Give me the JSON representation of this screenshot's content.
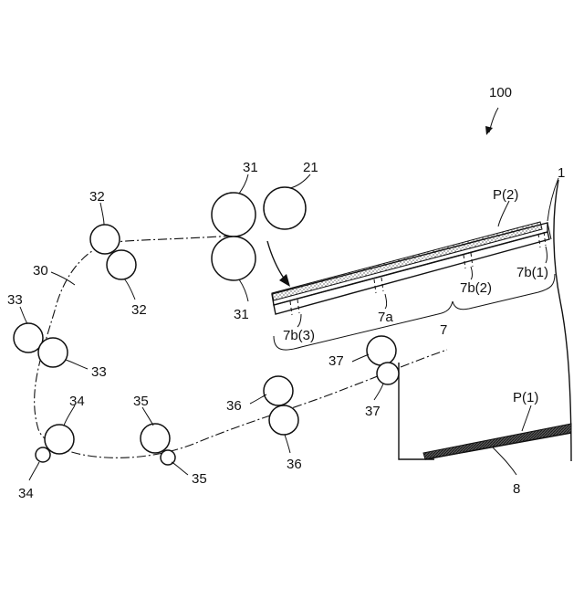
{
  "labels": {
    "device": "100",
    "tray": "1",
    "sheet_upper": "P(2)",
    "sheet_lower": "P(1)",
    "roller_21": "21",
    "roller_31_top": "31",
    "roller_31_bottom": "31",
    "roller_32_top": "32",
    "roller_32_bottom": "32",
    "path": "30",
    "roller_33_left": "33",
    "roller_33_right": "33",
    "roller_34_top": "34",
    "roller_34_bottom": "34",
    "roller_35_top": "35",
    "roller_35_bottom": "35",
    "roller_36_top": "36",
    "roller_36_bottom": "36",
    "roller_37_top": "37",
    "roller_37_bottom": "37",
    "stage": "7",
    "stage_center": "7a",
    "stage_b1": "7b(1)",
    "stage_b2": "7b(2)",
    "stage_b3": "7b(3)",
    "base_tray": "8"
  },
  "colors": {
    "line": "#111111",
    "background": "#ffffff"
  }
}
